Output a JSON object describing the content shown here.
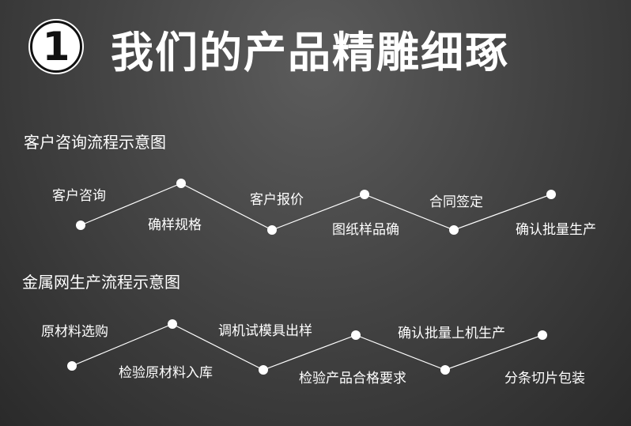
{
  "header": {
    "badge": "1",
    "title": "我们的产品精雕细琢"
  },
  "consult": {
    "title": "客户咨询流程示意图",
    "steps": [
      "客户咨询",
      "确样规格",
      "客户报价",
      "图纸样品确",
      "合同签定",
      "确认批量生产"
    ]
  },
  "production": {
    "title": "金属网生产流程示意图",
    "steps": [
      "原材料选购",
      "检验原材料入库",
      "调机试模具出样",
      "检验产品合格要求",
      "确认批量上机生产",
      "分条切片包装"
    ]
  },
  "colors": {
    "text": "#ffffff",
    "line": "#ffffff"
  }
}
